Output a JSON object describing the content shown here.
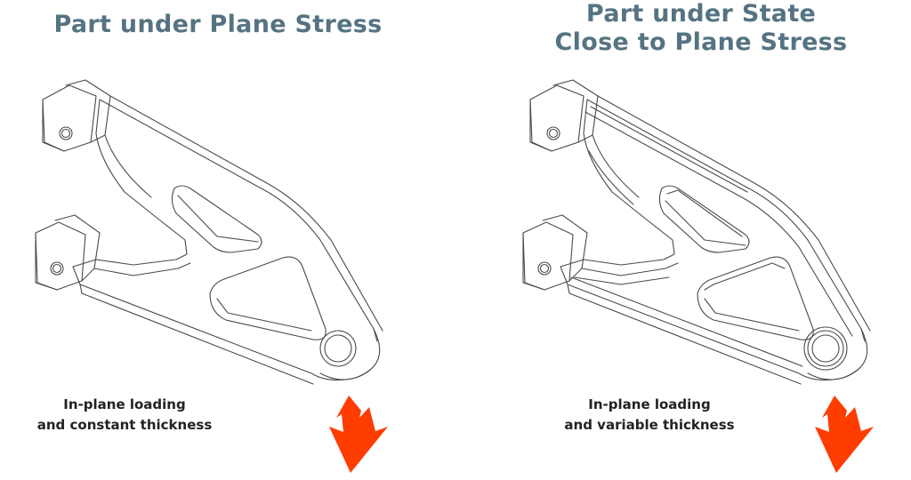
{
  "left_panel": {
    "title_lines": [
      "Part under Plane Stress"
    ],
    "caption_lines": [
      "In-plane loading",
      "and constant thickness"
    ],
    "arrow_color": "#ff3d00"
  },
  "right_panel": {
    "title_lines": [
      "Part under State",
      "Close to Plane Stress"
    ],
    "caption_lines": [
      "In-plane loading",
      "and variable thickness"
    ],
    "arrow_color": "#ff3d00"
  },
  "colors": {
    "title": "#557382",
    "caption": "#222222",
    "line": "#4a4a4a"
  }
}
